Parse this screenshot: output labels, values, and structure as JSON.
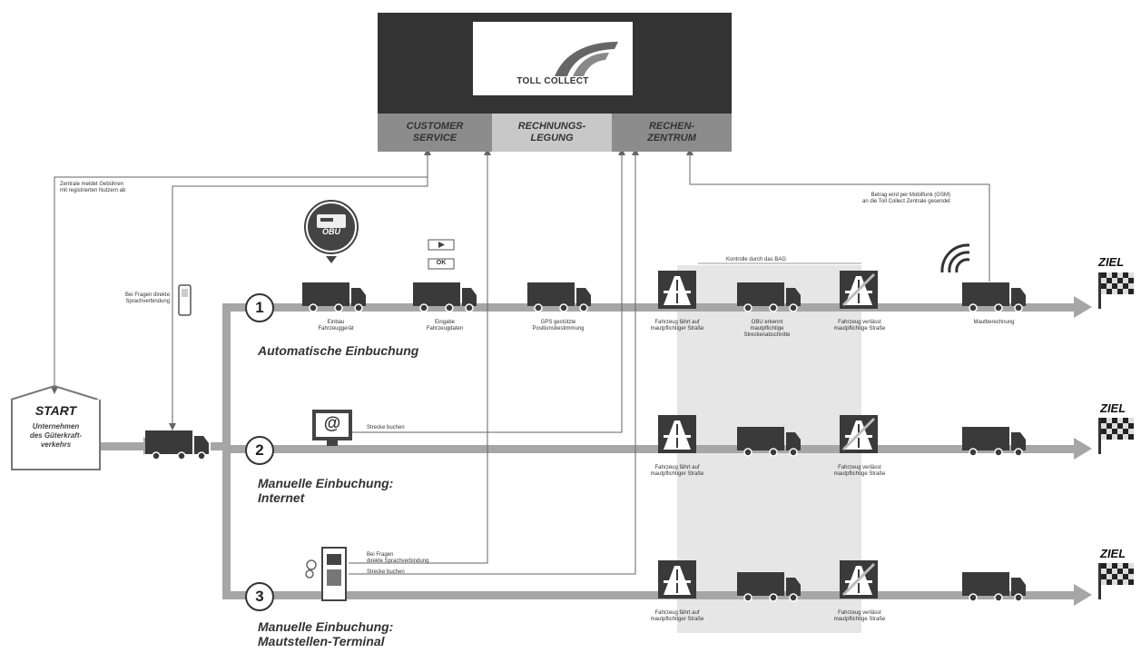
{
  "header": {
    "brand": "TOLL COLLECT",
    "departments": [
      {
        "label": "CUSTOMER\nSERVICE"
      },
      {
        "label": "RECHNUNGS-\nLEGUNG"
      },
      {
        "label": "RECHEN-\nZENTRUM"
      }
    ]
  },
  "start": {
    "title": "START",
    "subtitle": "Unternehmen\ndes Güterkraft-\nverkehrs"
  },
  "notes": {
    "top_left": "Zentrale meldet Gebühren\nmit registrierten Nutzern ab",
    "top_right": "Betrag wird per Mobilfunk (GSM)\nan die Toll Collect Zentrale gesendet",
    "phone": "Bei Fragen direkte\nSprachverbindung",
    "control": "Kontrolle durch das BAG",
    "internet_line": "Strecke buchen",
    "terminal_q": "Bei Fragen\ndirekte Sprachverbindung",
    "terminal_line": "Strecke buchen"
  },
  "routes": [
    {
      "number": "1",
      "title": "Automatische Einbuchung"
    },
    {
      "number": "2",
      "title": "Manuelle Einbuchung:\nInternet"
    },
    {
      "number": "3",
      "title": "Manuelle Einbuchung:\nMautstellen-Terminal"
    }
  ],
  "route1_steps": [
    "Einbau\nFahrzeuggerät",
    "Eingabe\nFahrzeugdaten",
    "GPS gestützte\nPositionsbestimmung",
    "Fahrzeug fährt auf\nmautpflichtiger Straße",
    "OBU erkennt\nmautpflichtige\nStreckenabschnitte",
    "Fahrzeug verlässt\nmautpflichtige Straße",
    "Mautberechnung"
  ],
  "route2_steps": [
    "Fahrzeug fährt auf\nmautpflichtiger Straße",
    "Fahrzeug verlässt\nmautpflichtige Straße"
  ],
  "route3_steps": [
    "Fahrzeug fährt auf\nmautpflichtiger Straße",
    "Fahrzeug verlässt\nmautpflichtige Straße"
  ],
  "obu_label": "OBU",
  "ok_label": "OK",
  "internet_symbol": "@",
  "ziel": "ZIEL",
  "colors": {
    "dark": "#333333",
    "route": "#a6a6a6",
    "control_zone": "#e6e6e6",
    "dept": "#8c8c8c",
    "dept_mid": "#c8c8c8"
  }
}
